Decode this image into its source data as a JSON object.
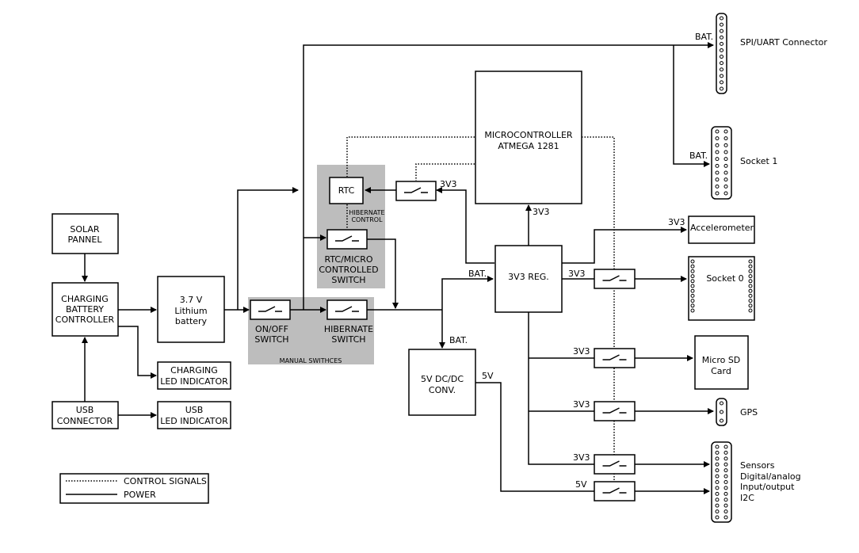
{
  "blocks": {
    "solar": [
      "SOLAR",
      "PANNEL"
    ],
    "charger": [
      "CHARGING",
      "BATTERY",
      "CONTROLLER"
    ],
    "battery": [
      "3.7 V",
      "Lithium",
      "battery"
    ],
    "charging_led": [
      "CHARGING",
      "LED INDICATOR"
    ],
    "usb_connector": [
      "USB",
      "CONNECTOR"
    ],
    "usb_led": [
      "USB",
      "LED INDICATOR"
    ],
    "rtc": "RTC",
    "hibernate_control": [
      "HIBERNATE",
      "CONTROL"
    ],
    "rtc_micro_switch": [
      "RTC/MICRO",
      "CONTROLLED",
      "SWITCH"
    ],
    "onoff_switch": [
      "ON/OFF",
      "SWITCH"
    ],
    "hibernate_switch": [
      "HIBERNATE",
      "SWITCH"
    ],
    "manual_switches": "MANUAL SWITHCES",
    "microcontroller": [
      "MICROCONTROLLER",
      "ATMEGA 1281"
    ],
    "reg": "3V3 REG.",
    "dcdc": [
      "5V DC/DC",
      "CONV."
    ],
    "accelerometer": "Accelerometer",
    "micro_sd": [
      "Micro SD",
      "Card"
    ]
  },
  "labels": {
    "spi_uart": "SPI/UART Connector",
    "socket1": "Socket 1",
    "socket0": "Socket 0",
    "gps": "GPS",
    "sensors": [
      "Sensors",
      "Digital/analog",
      "Input/output",
      "I2C"
    ],
    "bat": "BAT.",
    "v3v3": "3V3",
    "v5": "5V"
  },
  "legend": {
    "control": "CONTROL SIGNALS",
    "power": "POWER"
  }
}
